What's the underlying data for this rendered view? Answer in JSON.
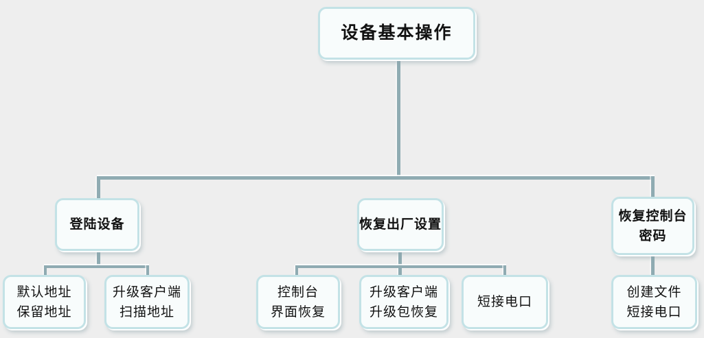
{
  "colors": {
    "background": "#eeeeee",
    "box_border": "#c3e2e6",
    "box_fill": "#f8fcfc",
    "connector": "#8fabb2",
    "text": "#111111"
  },
  "nodes": {
    "root": {
      "label": [
        "设备基本操作"
      ]
    },
    "login_device": {
      "label": [
        "登陆设备"
      ]
    },
    "factory_reset": {
      "label": [
        "恢复出厂设置"
      ]
    },
    "restore_console_password": {
      "label": [
        "恢复控制台",
        "密码"
      ]
    },
    "default_address": {
      "label": [
        "默认地址",
        "保留地址"
      ]
    },
    "upgrade_client_scan_address": {
      "label": [
        "升级客户端",
        "扫描地址"
      ]
    },
    "console_ui_recovery": {
      "label": [
        "控制台",
        "界面恢复"
      ]
    },
    "upgrade_client_package_recovery": {
      "label": [
        "升级客户端",
        "升级包恢复"
      ]
    },
    "short_circuit_port": {
      "label": [
        "短接电口"
      ]
    },
    "create_file_short_circuit_port": {
      "label": [
        "创建文件",
        "短接电口"
      ]
    }
  }
}
